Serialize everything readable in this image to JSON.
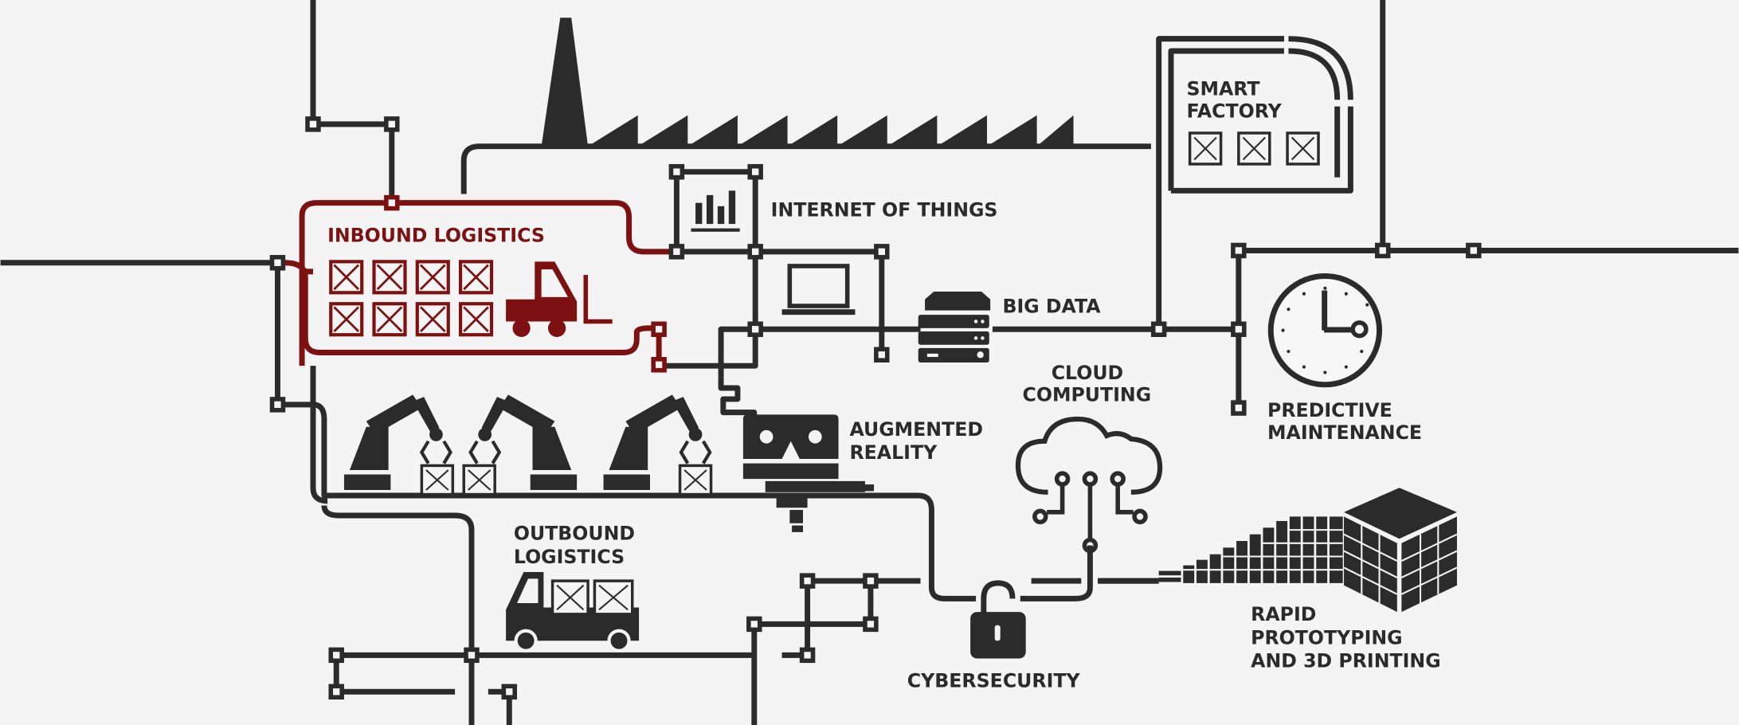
{
  "title": "Industry 4.0 connected factory diagram",
  "colors": {
    "line": "#2b2b2b",
    "accent": "#7d1010",
    "background": "#f4f4f4"
  },
  "labels": {
    "inbound_logistics": "INBOUND LOGISTICS",
    "internet_of_things": "INTERNET OF THINGS",
    "big_data": "BIG DATA",
    "smart_factory_1": "SMART",
    "smart_factory_2": "FACTORY",
    "cloud_computing_1": "CLOUD",
    "cloud_computing_2": "COMPUTING",
    "predictive_maintenance_1": "PREDICTIVE",
    "predictive_maintenance_2": "MAINTENANCE",
    "augmented_reality_1": "AUGMENTED",
    "augmented_reality_2": "REALITY",
    "outbound_logistics_1": "OUTBOUND",
    "outbound_logistics_2": "LOGISTICS",
    "cybersecurity": "CYBERSECURITY",
    "rapid_prototyping_1": "RAPID",
    "rapid_prototyping_2": "PROTOTYPING",
    "rapid_prototyping_3": "AND 3D PRINTING"
  },
  "icons": [
    "factory-icon",
    "bar-chart-icon",
    "laptop-icon",
    "server-icon",
    "forklift-icon",
    "crate-icon",
    "robot-arm-icon",
    "vr-headset-icon",
    "cloud-circuit-icon",
    "padlock-icon",
    "clock-wrench-icon",
    "3d-cube-icon",
    "delivery-truck-icon"
  ]
}
